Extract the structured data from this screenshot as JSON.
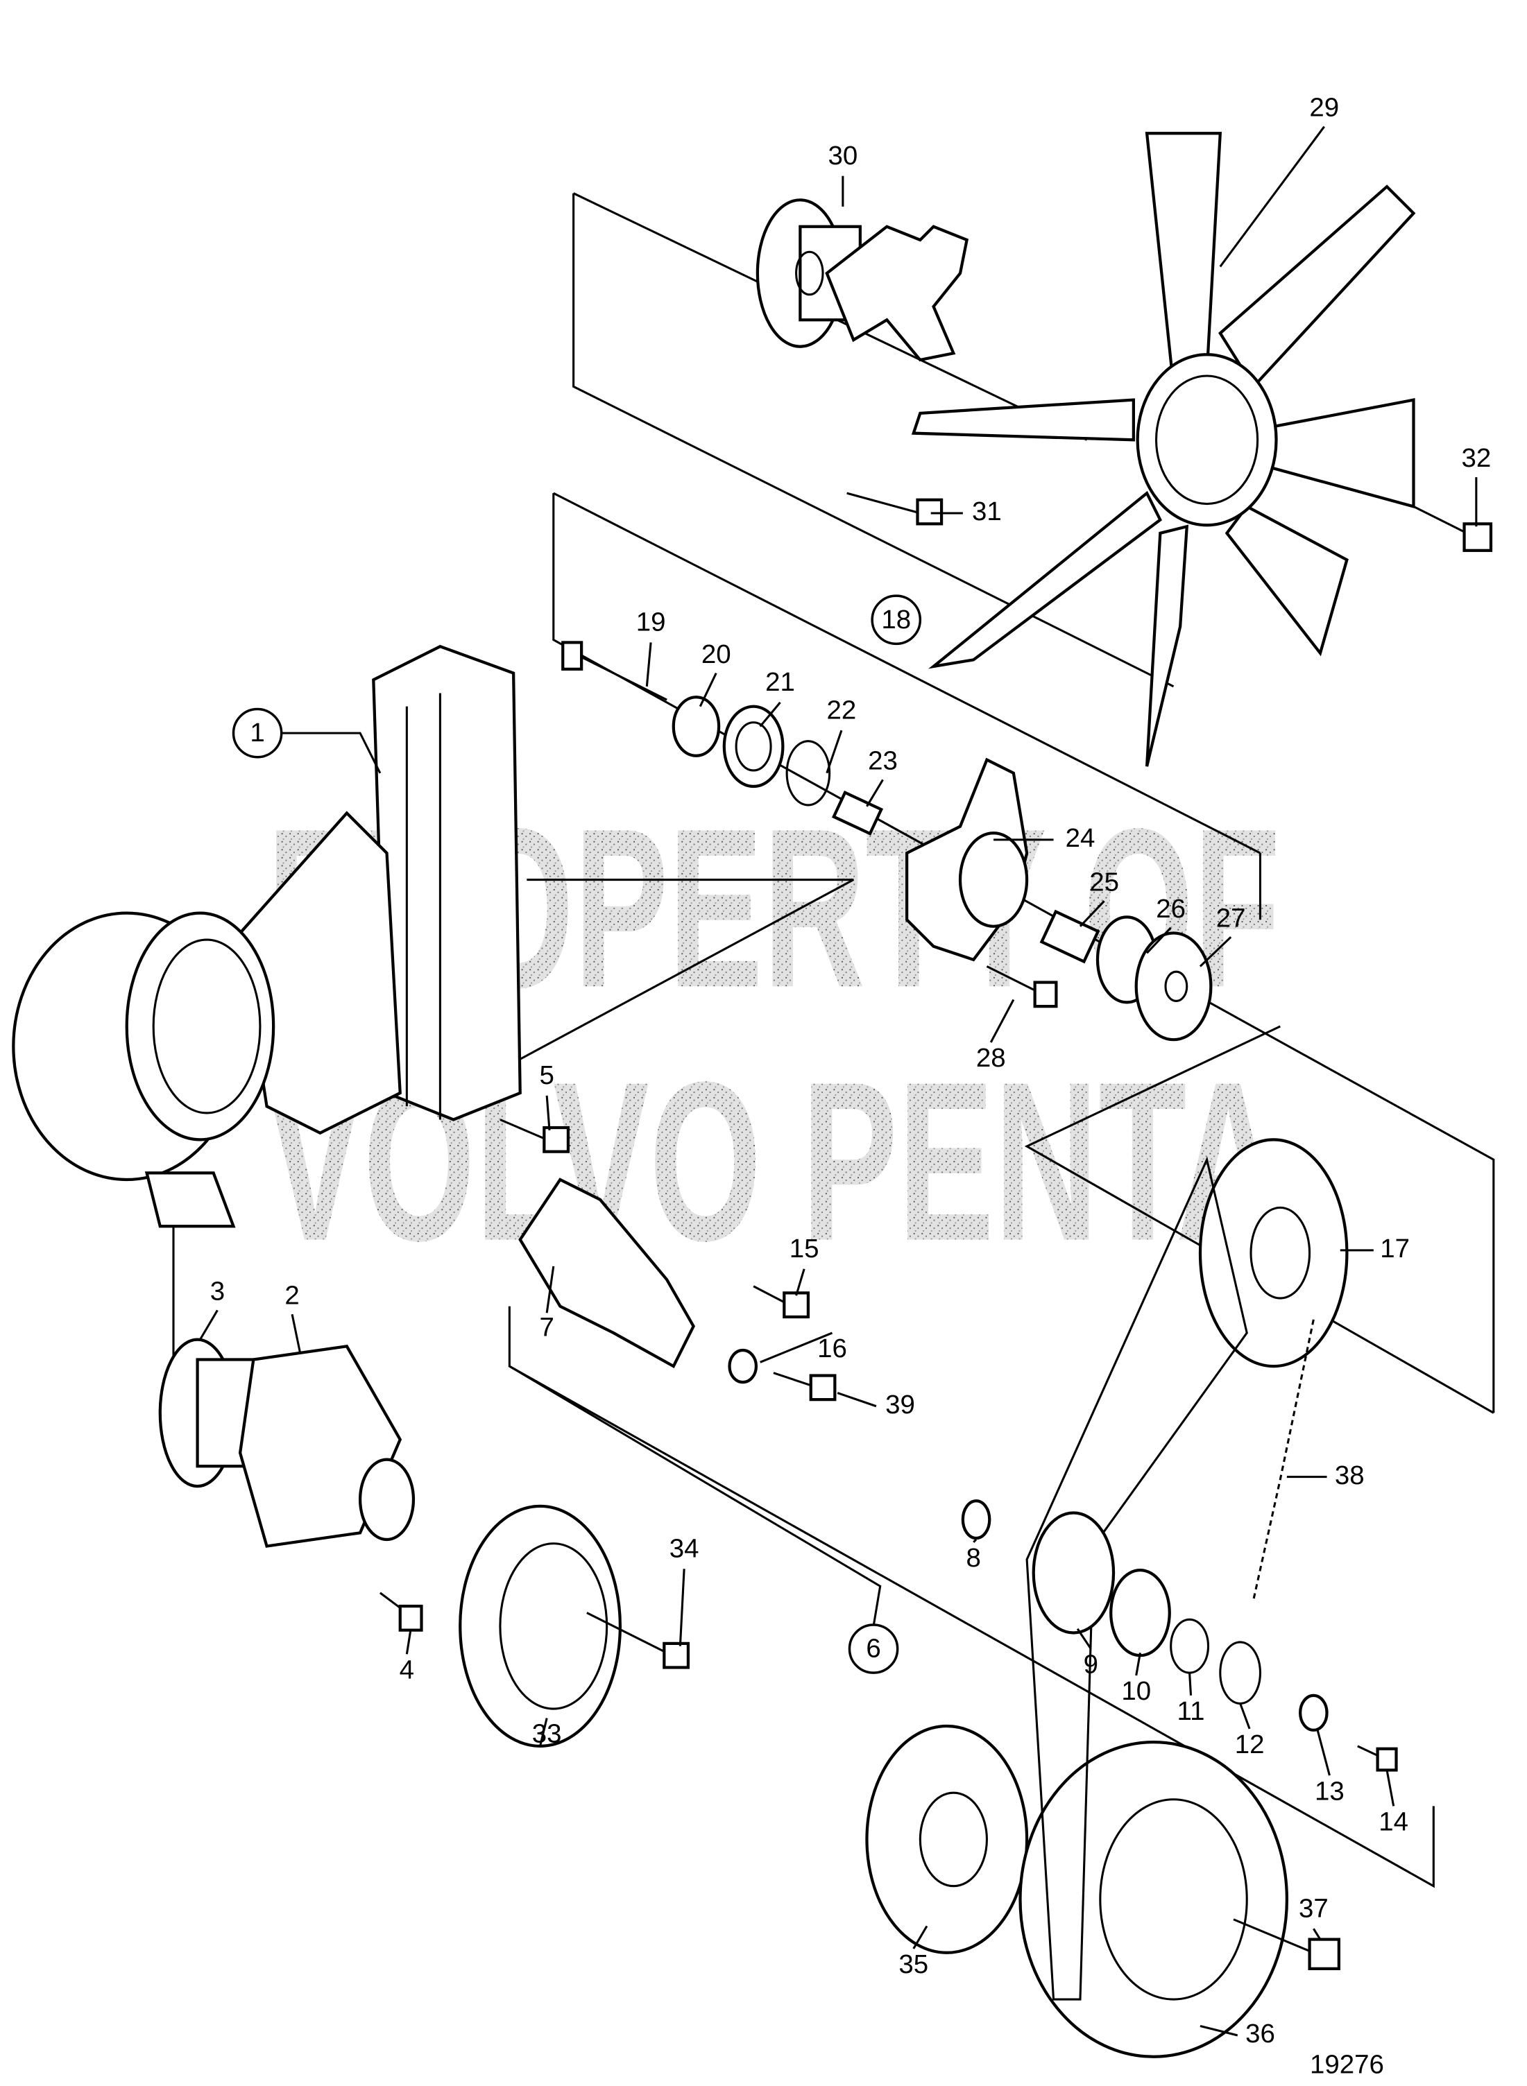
{
  "diagram": {
    "figure_number": "19276",
    "watermark": [
      "PROPERTY OF",
      "VOLVO PENTA"
    ],
    "circled_labels": [
      "1",
      "18",
      "6"
    ],
    "labels": [
      "2",
      "3",
      "4",
      "5",
      "7",
      "8",
      "9",
      "10",
      "11",
      "12",
      "13",
      "14",
      "15",
      "16",
      "17",
      "19",
      "20",
      "21",
      "22",
      "23",
      "24",
      "25",
      "26",
      "27",
      "28",
      "29",
      "30",
      "31",
      "32",
      "33",
      "34",
      "35",
      "36",
      "37",
      "38",
      "39"
    ]
  }
}
